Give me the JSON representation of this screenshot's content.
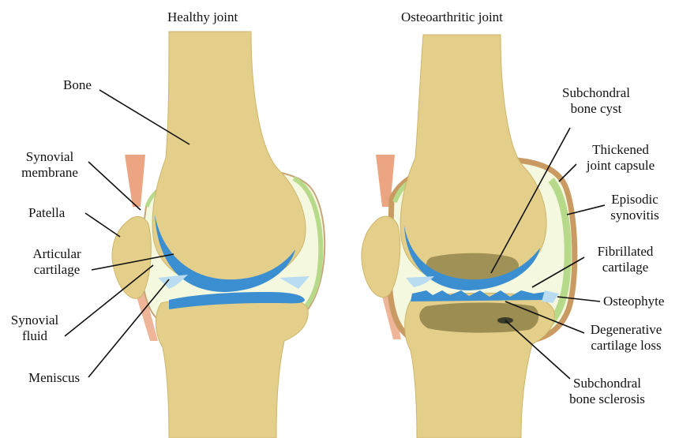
{
  "titles": {
    "healthy": "Healthy joint",
    "osteo": "Osteoarthritic joint"
  },
  "healthy_labels": {
    "bone": "Bone",
    "synovial_membrane_1": "Synovial",
    "synovial_membrane_2": "membrane",
    "patella": "Patella",
    "articular_cartilage_1": "Articular",
    "articular_cartilage_2": "cartilage",
    "synovial_fluid_1": "Synovial",
    "synovial_fluid_2": "fluid",
    "meniscus": "Meniscus"
  },
  "osteo_labels": {
    "subchondral_cyst_1": "Subchondral",
    "subchondral_cyst_2": "bone cyst",
    "thickened_capsule_1": "Thickened",
    "thickened_capsule_2": "joint capsule",
    "episodic_synovitis_1": "Episodic",
    "episodic_synovitis_2": "synovitis",
    "fibrillated_cartilage_1": "Fibrillated",
    "fibrillated_cartilage_2": "cartilage",
    "osteophyte": "Osteophyte",
    "degenerative_loss_1": "Degenerative",
    "degenerative_loss_2": "cartilage loss",
    "subchondral_sclerosis_1": "Subchondral",
    "subchondral_sclerosis_2": "bone sclerosis"
  },
  "colors": {
    "bone": "#e3cf8a",
    "bone_outline": "#cdb56c",
    "cartilage": "#3b8fd0",
    "cartilage_light": "#b9dcf0",
    "synovial_fluid": "#f4f8df",
    "synovial_membrane": "#b7d98a",
    "capsule": "#c99a62",
    "muscle": "#e8956c",
    "sclerosis": "#8a7d45",
    "leader_line": "#111111"
  }
}
